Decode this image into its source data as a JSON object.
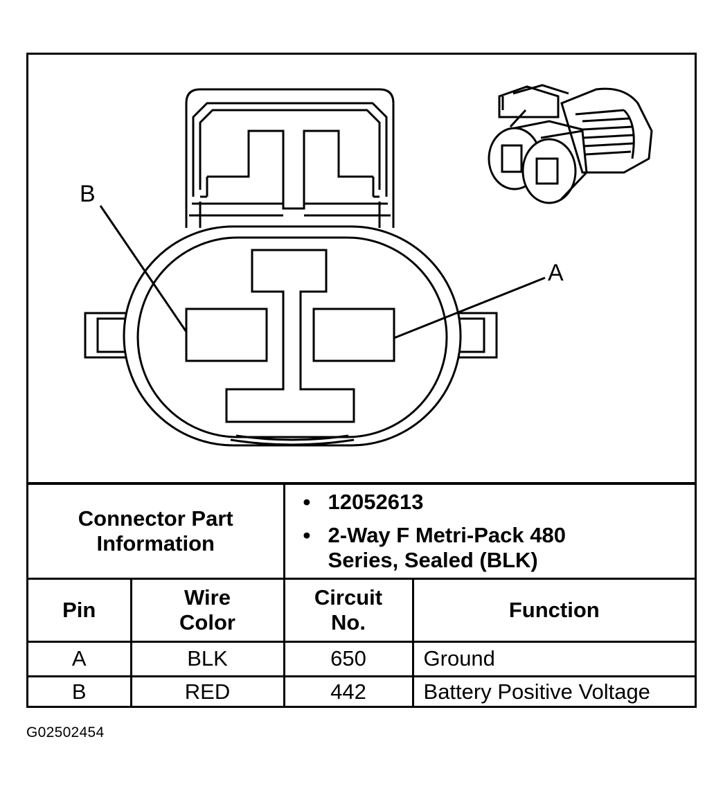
{
  "diagram": {
    "pin_labels": {
      "a": "A",
      "b": "B"
    }
  },
  "connector_info": {
    "header": "Connector Part Information",
    "parts": [
      "12052613",
      "2-Way F Metri-Pack 480 Series, Sealed (BLK)"
    ]
  },
  "table": {
    "columns": [
      "Pin",
      "Wire Color",
      "Circuit No.",
      "Function"
    ],
    "rows": [
      {
        "pin": "A",
        "wire_color": "BLK",
        "circuit": "650",
        "function": "Ground"
      },
      {
        "pin": "B",
        "wire_color": "RED",
        "circuit": "442",
        "function": "Battery Positive Voltage"
      }
    ]
  },
  "caption": "G02502454"
}
